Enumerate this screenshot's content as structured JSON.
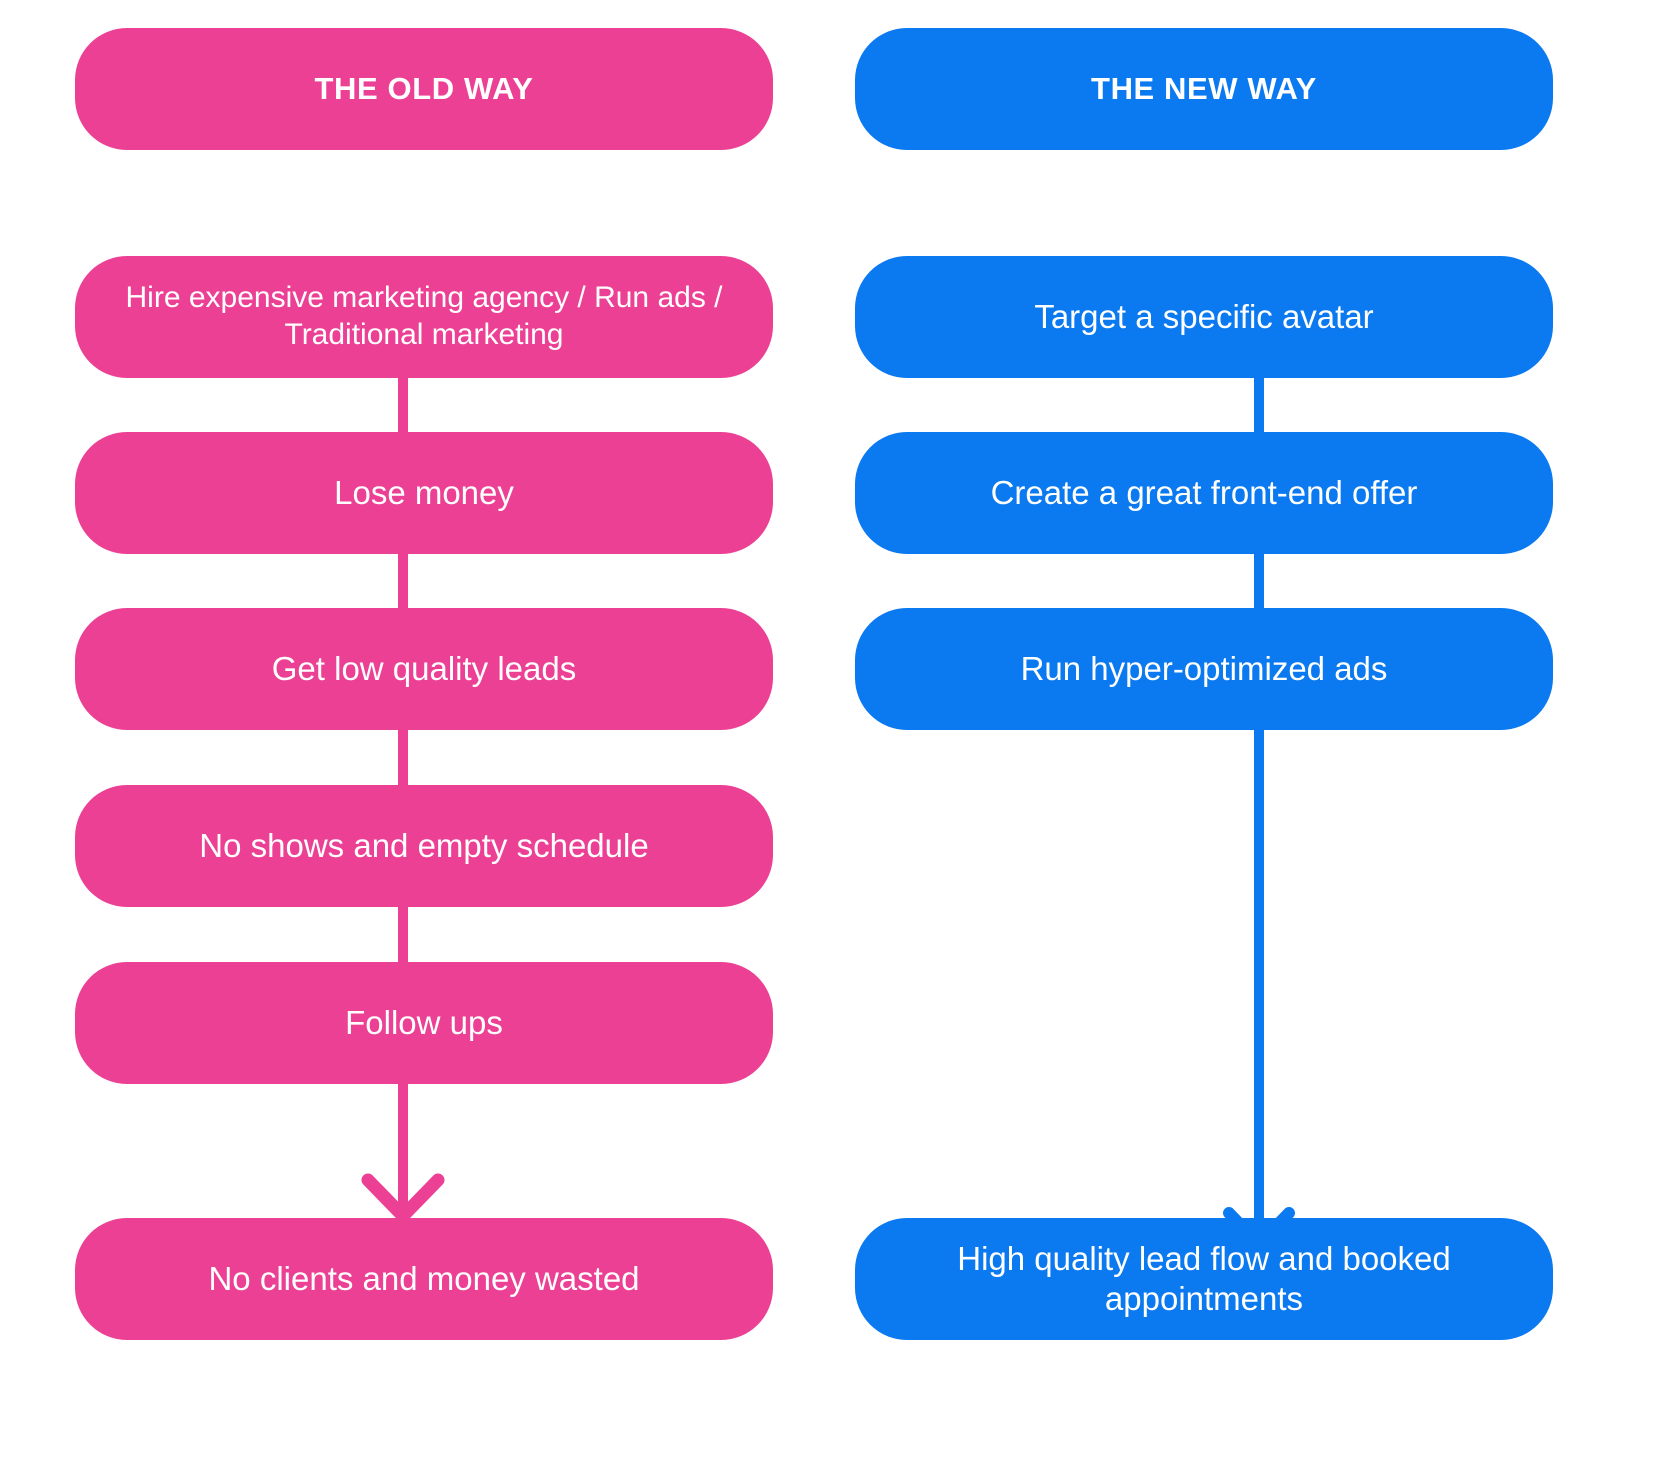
{
  "diagram": {
    "title_old": "THE OLD WAY",
    "title_new": "THE NEW WAY",
    "colors": {
      "old_accent": "#ec4095",
      "new_accent": "#0b79f0",
      "text": "#ffffff",
      "background": "#ffffff"
    }
  },
  "old_way": {
    "header": "THE OLD WAY",
    "steps": [
      {
        "label": "Hire expensive marketing agency / Run ads / Traditional marketing"
      },
      {
        "label": "Lose money"
      },
      {
        "label": "Get low quality leads"
      },
      {
        "label": "No shows and empty schedule"
      },
      {
        "label": "Follow ups"
      }
    ],
    "outcome": "No clients and money wasted"
  },
  "new_way": {
    "header": "THE NEW WAY",
    "steps": [
      {
        "label": "Target a specific avatar"
      },
      {
        "label": "Create a great front-end offer"
      },
      {
        "label": "Run hyper-optimized ads"
      }
    ],
    "outcome": "High quality lead flow and booked appointments"
  }
}
